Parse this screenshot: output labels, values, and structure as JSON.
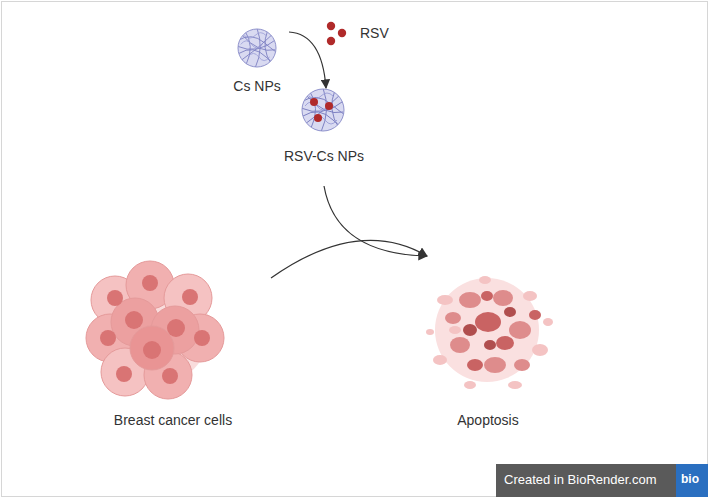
{
  "diagram": {
    "nodes": [
      {
        "text": [
          "Cs NPs"
        ]
      },
      {
        "text": [
          "RSV"
        ]
      },
      {
        "text": [
          "RSV-Cs NPs"
        ]
      },
      {
        "text": [
          "Breast cancer cells"
        ]
      },
      {
        "text": [
          "Apoptosis"
        ]
      }
    ],
    "edges": [
      {
        "from": 0,
        "to": 2,
        "arrow": "to"
      },
      {
        "from": 2,
        "to": 4,
        "arrow": "to"
      },
      {
        "from": 3,
        "to": 4,
        "arrow": "to"
      }
    ],
    "labels": [
      "Created in BioRender.com",
      "bio"
    ]
  }
}
